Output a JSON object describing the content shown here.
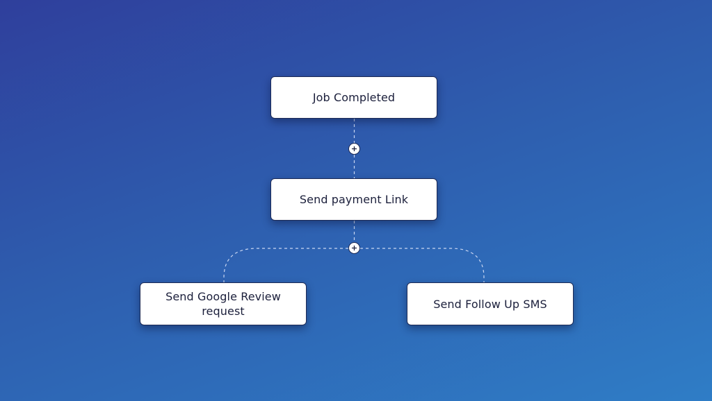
{
  "nodes": {
    "job_completed": "Job Completed",
    "send_payment_link": "Send payment Link",
    "send_google_review": "Send Google Review request",
    "send_follow_up_sms": "Send Follow Up SMS"
  },
  "icons": {
    "add": "plus-icon"
  },
  "colors": {
    "background_start": "#2f3f9c",
    "background_end": "#2f7dc6",
    "node_fill": "#ffffff",
    "node_text": "#1b1f3b",
    "connector": "#c9d6f2"
  }
}
